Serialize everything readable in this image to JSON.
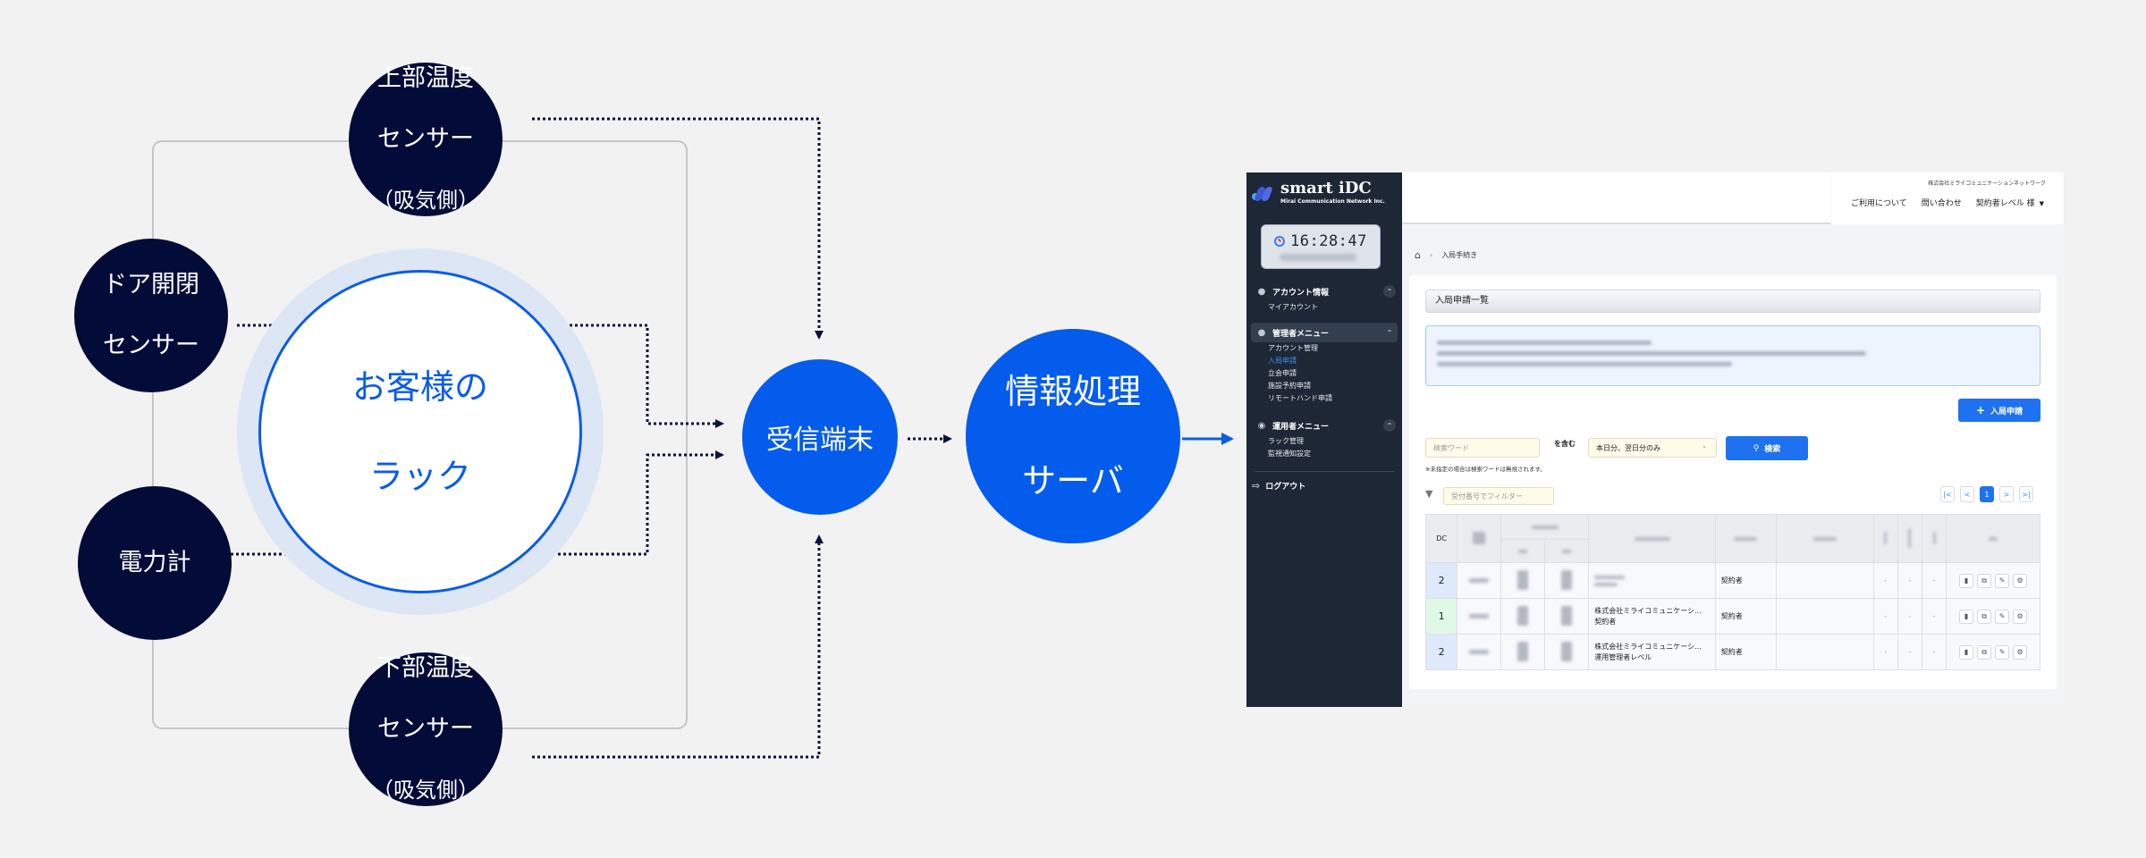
{
  "diagram": {
    "sensors": {
      "top_temp": {
        "line1": "上部温度",
        "line2": "センサー",
        "line3": "（吸気側）"
      },
      "door": {
        "line1": "ドア開閉",
        "line2": "センサー"
      },
      "power": {
        "line1": "電力計"
      },
      "bottom_temp": {
        "line1": "下部温度",
        "line2": "センサー",
        "line3": "（吸気側）"
      }
    },
    "rack": {
      "line1": "お客様の",
      "line2": "ラック"
    },
    "receiver": {
      "label": "受信端末"
    },
    "server": {
      "line1": "情報処理",
      "line2": "サーバ"
    },
    "colors": {
      "sensor": "#030b38",
      "blue_node": "#045ced",
      "rack_border": "#0a5ce8",
      "rack_halo": "#dde6f4",
      "connector": "#0b1238"
    }
  },
  "app": {
    "logo": {
      "title": "smart iDC",
      "subtitle": "Mirai Communication Network Inc."
    },
    "clock": {
      "time": "16:28:47"
    },
    "sidebar": {
      "sections": [
        {
          "title": "アカウント情報",
          "icon": "user-icon",
          "items": [
            {
              "label": "マイアカウント"
            }
          ]
        },
        {
          "title": "管理者メニュー",
          "icon": "admin-users-icon",
          "items": [
            {
              "label": "アカウント管理"
            },
            {
              "label": "入局申請",
              "current": true
            },
            {
              "label": "立会申請"
            },
            {
              "label": "施設予約申請"
            },
            {
              "label": "リモートハンド申請"
            }
          ]
        },
        {
          "title": "運用者メニュー",
          "icon": "operator-icon",
          "items": [
            {
              "label": "ラック管理"
            },
            {
              "label": "監視通知設定"
            }
          ]
        }
      ],
      "logout": "ログアウト"
    },
    "header": {
      "company": "株式会社ミライコミュニケーションネットワーク",
      "links": [
        "ご利用について",
        "問い合わせ"
      ],
      "user": "契約者レベル 様"
    },
    "breadcrumb": {
      "current": "入局手続き"
    },
    "card": {
      "title": "入局申請一覧",
      "new_button": "入局申請",
      "search": {
        "placeholder": "検索ワード",
        "contains_label": "を含む",
        "range_value": "本日分、翌日分のみ",
        "search_button": "検索",
        "note": "※未指定の場合は検索ワードは無視されます。"
      },
      "filter": {
        "placeholder": "受付番号でフィルター"
      },
      "pager": {
        "first": "|<",
        "prev": "<",
        "page": "1",
        "next": ">",
        "last": ">|"
      },
      "table": {
        "dc_header": "DC",
        "rows": [
          {
            "dc": "2",
            "company_line1": "",
            "company_line2": "",
            "applicant": "契約者",
            "dc_color": "#deeafc"
          },
          {
            "dc": "1",
            "company_line1": "株式会社ミライコミュニケーシ...",
            "company_line2": "契約者",
            "applicant": "契約者",
            "dc_color": "#e0f9e7"
          },
          {
            "dc": "2",
            "company_line1": "株式会社ミライコミュニケーシ...",
            "company_line2": "運用管理者レベル",
            "applicant": "契約者",
            "dc_color": "#deeafc"
          }
        ],
        "dash": "-"
      }
    }
  }
}
